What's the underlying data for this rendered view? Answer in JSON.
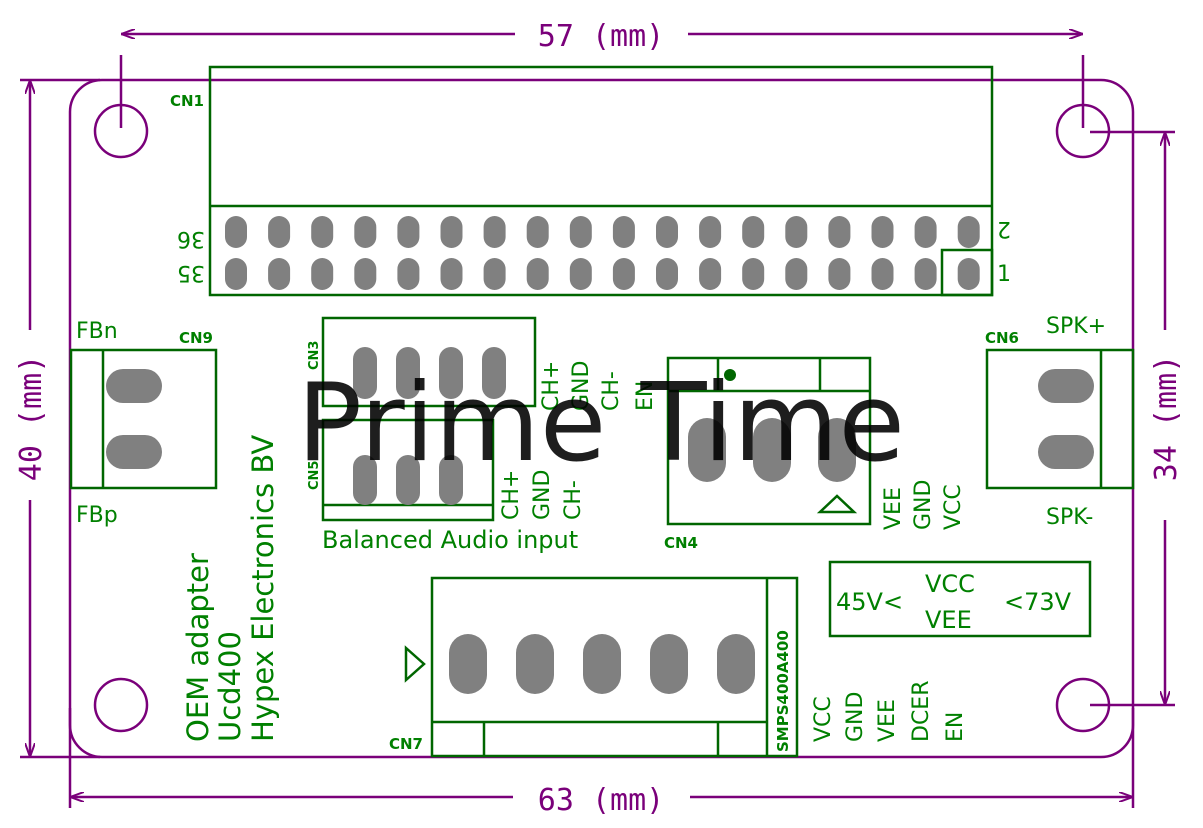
{
  "colors": {
    "board": "#006600",
    "silk": "#008000",
    "dimension": "#7a007a",
    "pad": "#808080",
    "background": "#ffffff",
    "watermark": "#000000"
  },
  "dimensions": {
    "top_width": "57 (mm)",
    "bottom_width": "63 (mm)",
    "left_height": "40 (mm)",
    "right_height": "34 (mm)"
  },
  "watermark": "Prime Time",
  "connectors": {
    "cn1": {
      "label": "CN1",
      "pin_36": "36",
      "pin_35": "35",
      "pin_2": "2",
      "pin_1": "1"
    },
    "cn9": {
      "label": "CN9",
      "pin_top": "FBn",
      "pin_bottom": "FBp"
    },
    "cn3": {
      "label": "CN3",
      "pins": [
        "CH+",
        "GND",
        "CH-",
        "EN"
      ]
    },
    "cn5": {
      "label": "CN5",
      "pins": [
        "CH+",
        "GND",
        "CH-"
      ]
    },
    "cn4": {
      "label": "CN4",
      "pins": [
        "VEE",
        "GND",
        "VCC"
      ]
    },
    "cn6": {
      "label": "CN6",
      "pin_top": "SPK+",
      "pin_bottom": "SPK-"
    },
    "cn7": {
      "label": "CN7",
      "part": "SMPS400A400",
      "pins": [
        "VCC",
        "GND",
        "VEE",
        "DCER",
        "EN"
      ]
    }
  },
  "labels": {
    "balanced_audio": "Balanced Audio input",
    "oem": "OEM adapter",
    "model": "Ucd400",
    "company": "Hypex Electronics BV"
  },
  "voltage_box": {
    "left": "45V<",
    "vcc": "VCC",
    "vee": "VEE",
    "right": "<73V"
  }
}
